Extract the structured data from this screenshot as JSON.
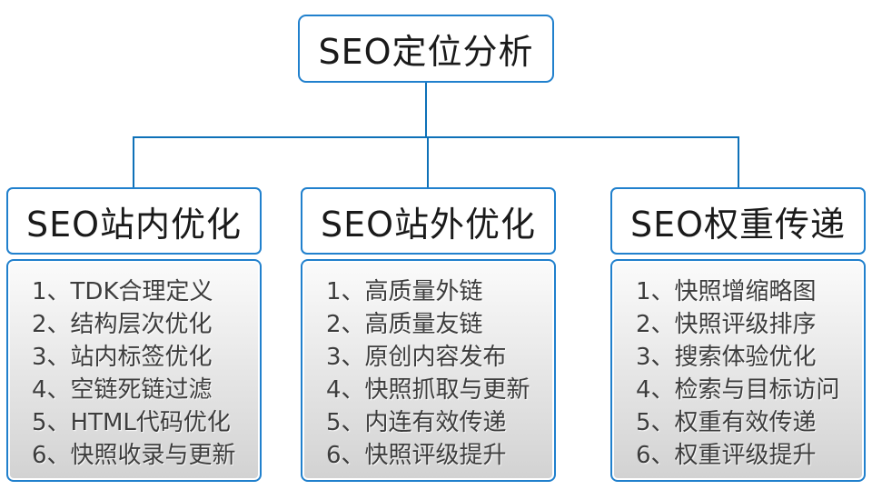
{
  "diagram": {
    "root": {
      "title": "SEO定位分析"
    },
    "columns": [
      {
        "title": "SEO站内优化",
        "items": [
          "1、TDK合理定义",
          "2、结构层次优化",
          "3、站内标签优化",
          "4、空链死链过滤",
          "5、HTML代码优化",
          "6、快照收录与更新"
        ]
      },
      {
        "title": "SEO站外优化",
        "items": [
          "1、高质量外链",
          "2、高质量友链",
          "3、原创内容发布",
          "4、快照抓取与更新",
          "5、内连有效传递",
          "6、快照评级提升"
        ]
      },
      {
        "title": "SEO权重传递",
        "items": [
          "1、快照增缩略图",
          "2、快照评级排序",
          "3、搜索体验优化",
          "4、检索与目标访问",
          "5、权重有效传递",
          "6、权重评级提升"
        ]
      }
    ],
    "colors": {
      "connector": "#0e71b8",
      "box_border": "#2080cd",
      "header_text": "#1a1a1a",
      "item_text": "#3d3d3d",
      "list_bg_top": "#fbfbfb",
      "list_bg_bottom": "#d2d2d2"
    }
  }
}
